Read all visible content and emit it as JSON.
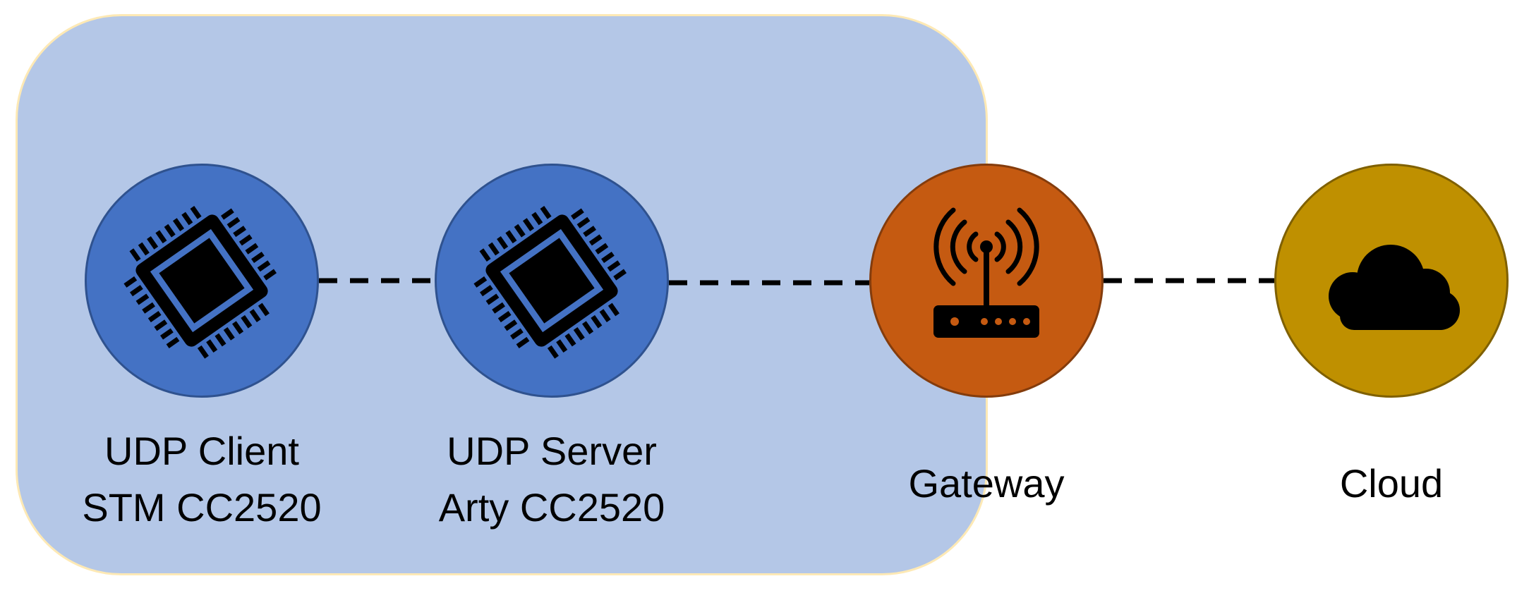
{
  "colors": {
    "region_fill": "#b4c7e7",
    "region_border": "#fde9b5",
    "client_fill": "#4472c4",
    "server_fill": "#4472c4",
    "gateway_fill": "#c55a11",
    "cloud_fill": "#bf9000",
    "icon": "#000000"
  },
  "nodes": {
    "client": {
      "line1": "UDP Client",
      "line2": "STM CC2520",
      "icon": "cpu-chip-icon"
    },
    "server": {
      "line1": "UDP Server",
      "line2": "Arty CC2520",
      "icon": "cpu-chip-icon"
    },
    "gateway": {
      "label": "Gateway",
      "icon": "wifi-router-icon"
    },
    "cloud": {
      "label": "Cloud",
      "icon": "cloud-icon"
    }
  },
  "links": [
    {
      "from": "client",
      "to": "server",
      "style": "dashed"
    },
    {
      "from": "server",
      "to": "gateway",
      "style": "dashed"
    },
    {
      "from": "gateway",
      "to": "cloud",
      "style": "dashed"
    }
  ]
}
